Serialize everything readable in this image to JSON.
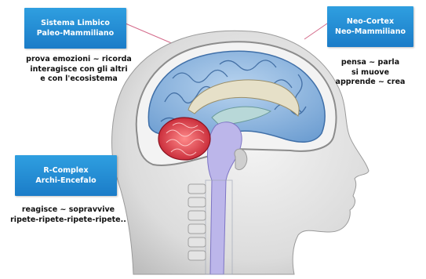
{
  "labels": {
    "limbic": {
      "title_line1": "Sistema Limbico",
      "title_line2": "Paleo-Mammiliano",
      "desc_line1": "prova emozioni ~ ricorda",
      "desc_line2": "interagisce con gli altri",
      "desc_line3": "e con l'ecosistema"
    },
    "neocortex": {
      "title_line1": "Neo-Cortex",
      "title_line2": "Neo-Mammiliano",
      "desc_line1": "pensa ~ parla",
      "desc_line2": "si muove",
      "desc_line3": "apprende ~ crea"
    },
    "rcomplex": {
      "title_line1": "R-Complex",
      "title_line2": "Archi-Encefalo",
      "desc_line1": "reagisce ~ sopravvive",
      "desc_line2": "ripete-ripete-ripete-ripete.."
    }
  },
  "colors": {
    "label_box": "#1f86d0",
    "cortex": "#8fb8e0",
    "cerebellum": "#d8283a",
    "brainstem": "#b9b4e8",
    "skin": "#d9d9d9",
    "skull": "#f2f2f2"
  }
}
